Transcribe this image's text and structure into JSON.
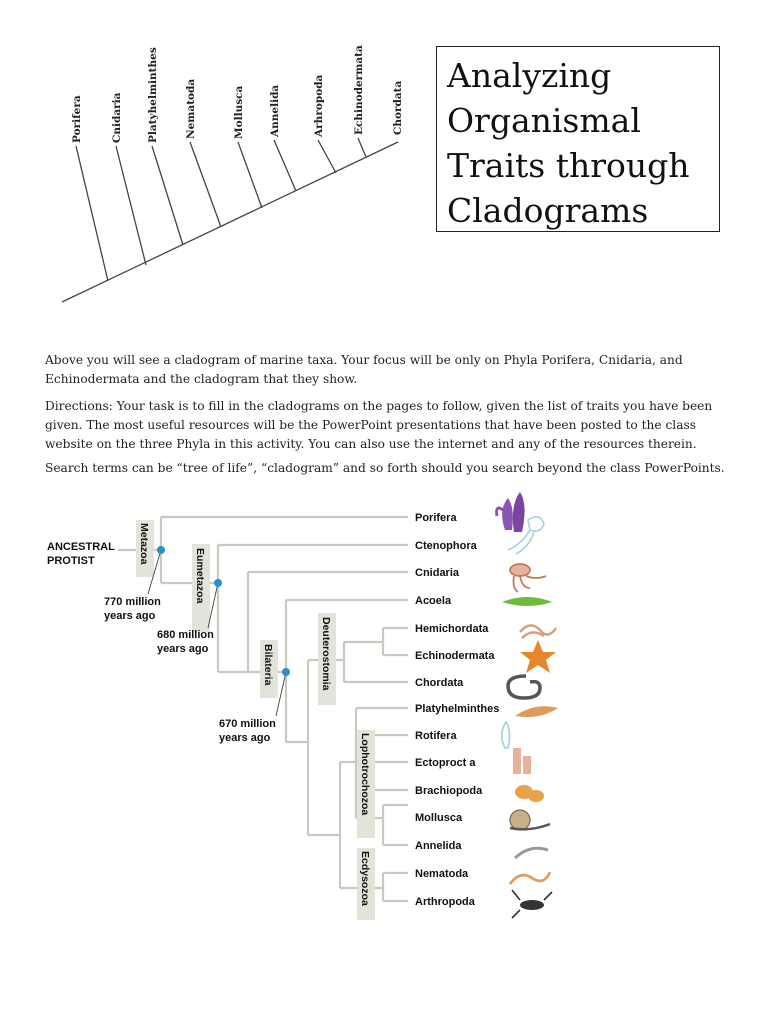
{
  "title": {
    "lines": [
      "Analyzing",
      "Organismal",
      "Traits through",
      "Cladograms"
    ]
  },
  "top_cladogram": {
    "taxa": [
      "Porifera",
      "Cnidaria",
      "Platyhelminthes",
      "Nematoda",
      "Mollusca",
      "Annelida",
      "Arhropoda",
      "Echinodermata",
      "Chordata"
    ]
  },
  "paragraphs": [
    "Above you will see a cladogram of marine taxa.  Your focus will be only on Phyla Porifera, Cnidaria, and Echinodermata and the cladogram that they show.",
    "Directions: Your task is to fill in the cladograms on the pages to follow, given the list of traits you have been given.  The most useful resources will be the PowerPoint presentations that have been posted to the class website on the three Phyla in this activity.  You can also use the internet and any of the resources therein.",
    "Search terms can be “tree of life”, “cladogram” and so forth should you search beyond the class PowerPoints."
  ],
  "bottom_cladogram": {
    "root_label": [
      "ANCESTRAL",
      "PROTIST"
    ],
    "clades": [
      "Metazoa",
      "Eumetazoa",
      "Bilateria",
      "Deuterostomia",
      "Lophotrochozoa",
      "Ecdysozoa"
    ],
    "time_labels": [
      [
        "770 million",
        "years ago"
      ],
      [
        "680 million",
        "years ago"
      ],
      [
        "670 million",
        "years ago"
      ]
    ],
    "taxa": [
      "Porifera",
      "Ctenophora",
      "Cnidaria",
      "Acoela",
      "Hemichordata",
      "Echinodermata",
      "Chordata",
      "Platyhelminthes",
      "Rotifera",
      "Ectoproct a",
      "Brachiopoda",
      "Mollusca",
      "Annelida",
      "Nematoda",
      "Arthropoda"
    ]
  }
}
